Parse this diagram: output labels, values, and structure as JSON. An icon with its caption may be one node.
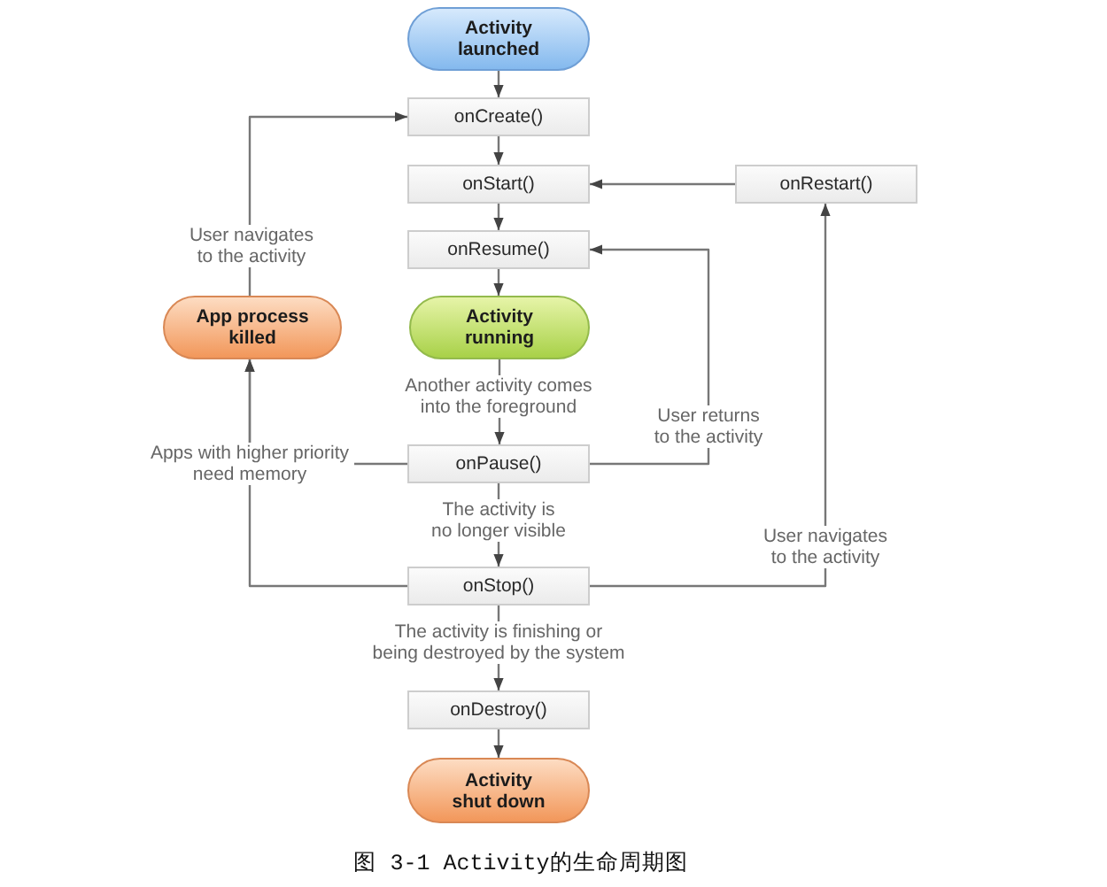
{
  "diagram": {
    "caption": "图 3-1 Activity的生命周期图",
    "nodes": [
      {
        "text": [
          "Activity launched"
        ]
      },
      {
        "text": [
          "onCreate()"
        ]
      },
      {
        "text": [
          "onStart()"
        ]
      },
      {
        "text": [
          "onRestart()"
        ]
      },
      {
        "text": [
          "onResume()"
        ]
      },
      {
        "text": [
          "App process killed"
        ]
      },
      {
        "text": [
          "Activity running"
        ]
      },
      {
        "text": [
          "onPause()"
        ]
      },
      {
        "text": [
          "onStop()"
        ]
      },
      {
        "text": [
          "onDestroy()"
        ]
      },
      {
        "text": [
          "Activity shut down"
        ]
      }
    ],
    "edges": [
      {
        "from": 0,
        "to": 1,
        "arrow": "to"
      },
      {
        "from": 1,
        "to": 2,
        "arrow": "to"
      },
      {
        "from": 2,
        "to": 4,
        "arrow": "to"
      },
      {
        "from": 4,
        "to": 6,
        "arrow": "to"
      },
      {
        "from": 6,
        "to": 7,
        "arrow": "to",
        "label": "Another activity comes into the foreground"
      },
      {
        "from": 7,
        "to": 8,
        "arrow": "to",
        "label": "The activity is no longer visible"
      },
      {
        "from": 8,
        "to": 9,
        "arrow": "to",
        "label": "The activity is finishing or being destroyed by the system"
      },
      {
        "from": 9,
        "to": 10,
        "arrow": "to"
      },
      {
        "from": 3,
        "to": 2,
        "arrow": "to"
      },
      {
        "from": 7,
        "to": 4,
        "arrow": "to",
        "label": "User returns to the activity"
      },
      {
        "from": 8,
        "to": 3,
        "arrow": "to",
        "label": "User navigates to the activity"
      },
      {
        "from": 7,
        "to": 5,
        "arrow": "to",
        "label": "Apps with higher priority need memory"
      },
      {
        "from": 8,
        "to": 5,
        "arrow": "to"
      },
      {
        "from": 5,
        "to": 1,
        "arrow": "to",
        "label": "User navigates to the activity"
      }
    ]
  }
}
